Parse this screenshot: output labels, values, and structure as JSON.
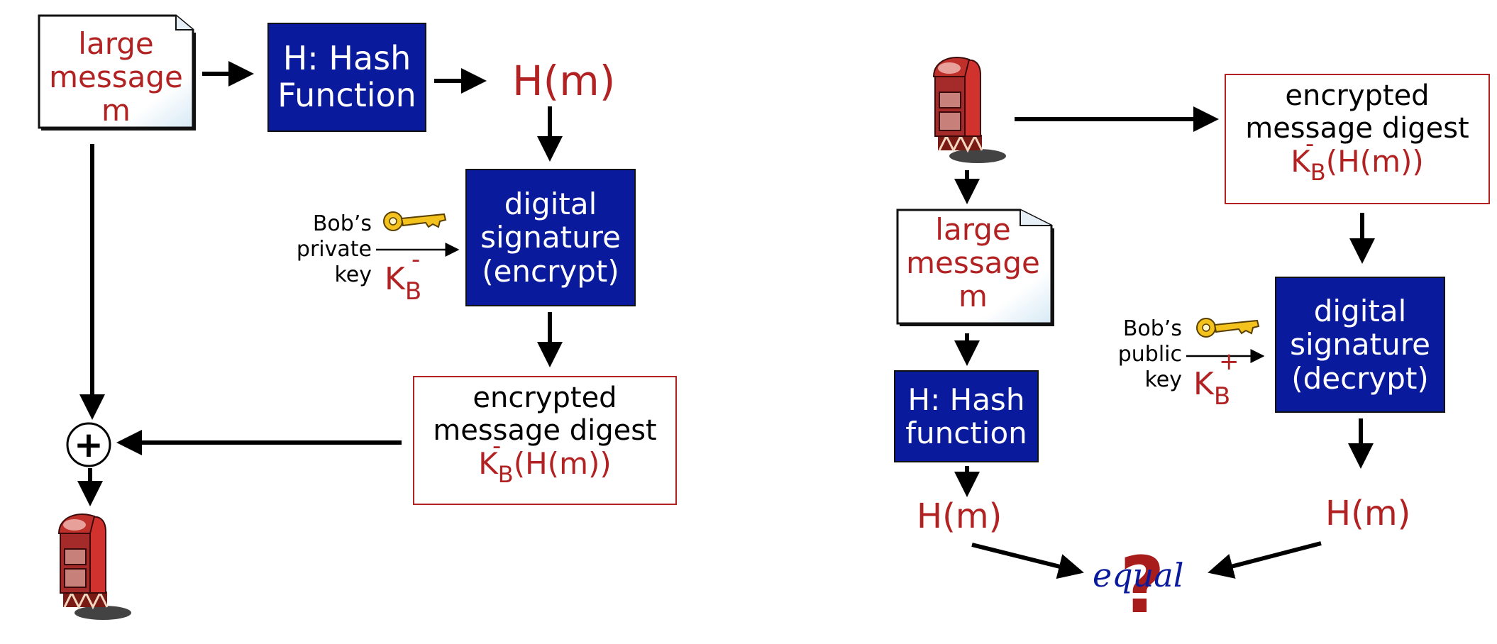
{
  "left": {
    "document_text": [
      "large",
      "message",
      "m"
    ],
    "hash_box": [
      "H: Hash",
      "Function"
    ],
    "hash_output": "H(m)",
    "signature_box": [
      "digital",
      "signature",
      "(encrypt)"
    ],
    "key_label": [
      "Bob’s",
      "private",
      "key"
    ],
    "key_symbol": "K",
    "key_sub": "B",
    "key_sup": "-",
    "digest_box": {
      "lines": [
        "encrypted",
        "message digest"
      ],
      "formula_k": "K",
      "formula_sup": "-",
      "formula_sub": "B",
      "formula_rest": "(H(m))"
    },
    "plus_symbol": "+"
  },
  "right": {
    "digest_box": {
      "lines": [
        "encrypted",
        "message digest"
      ],
      "formula_k": "K",
      "formula_sup": "-",
      "formula_sub": "B",
      "formula_rest": "(H(m))"
    },
    "document_text": [
      "large",
      "message",
      "m"
    ],
    "hash_box": [
      "H: Hash",
      "function"
    ],
    "hash_output_left": "H(m)",
    "signature_box": [
      "digital",
      "signature",
      "(decrypt)"
    ],
    "key_label": [
      "Bob’s",
      "public",
      "key"
    ],
    "key_symbol": "K",
    "key_sub": "B",
    "key_sup": "+",
    "hash_output_right": "H(m)",
    "equal_label": "equal",
    "question_mark": "?"
  },
  "icons": [
    "document-icon",
    "key-icon",
    "mailbox-icon",
    "plus-circle-icon",
    "arrow-icon"
  ],
  "colors": {
    "blue_box": "#0a1a9c",
    "red_text": "#b22222",
    "arrow": "#000000",
    "mailbox_red": "#d2322d"
  }
}
